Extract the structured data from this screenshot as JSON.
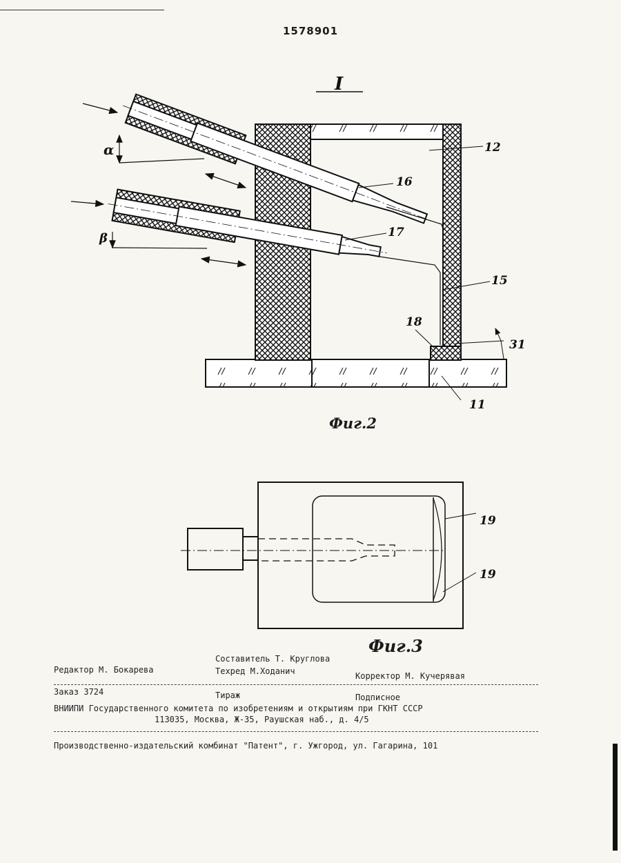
{
  "patent_number": "1578901",
  "detail_label": "I",
  "fig2": {
    "label": "Фиг.2",
    "callouts": {
      "n12": "12",
      "n16": "16",
      "n17": "17",
      "n15": "15",
      "n18": "18",
      "n31": "31",
      "n11": "11",
      "alpha": "α",
      "beta": "β"
    }
  },
  "fig3": {
    "label": "Фиг.3",
    "callouts": {
      "n19a": "19",
      "n19b": "19"
    }
  },
  "imprint": {
    "composer": "Составитель Т. Круглова",
    "editor": "Редактор М. Бокарева",
    "techred": "Техред М.Ходанич",
    "corrector": "Корректор М. Кучерявая",
    "order": "Заказ 3724",
    "circulation": "Тираж",
    "subscription": "Подписное",
    "committee": "ВНИИПИ Государственного комитета по изобретениям и открытиям при ГКНТ СССР",
    "address": "113035, Москва, Ж-35, Раушская наб., д. 4/5",
    "publisher": "Производственно-издательский комбинат \"Патент\", г. Ужгород, ул. Гагарина, 101"
  },
  "colors": {
    "ink": "#1b1b1b",
    "paper": "#f7f6f1"
  }
}
